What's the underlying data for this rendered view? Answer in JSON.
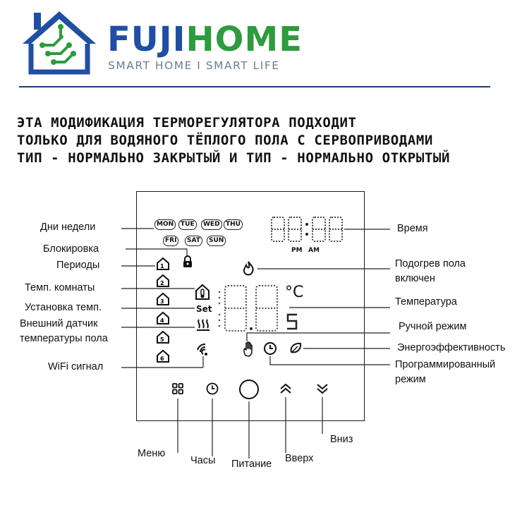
{
  "brand": {
    "name_part1": "FUJI",
    "name_part2": "HOME",
    "tagline": "SMART HOME  I  SMART LIFE",
    "colors": {
      "blue": "#1f4fa3",
      "green": "#2e9b3e",
      "gray": "#6f7d92"
    }
  },
  "headline": [
    "ЭТА МОДИФИКАЦИЯ ТЕРМОРЕГУЛЯТОРА ПОДХОДИТ",
    "ТОЛЬКО ДЛЯ ВОДЯНОГО ТЁПЛОГО ПОЛА С СЕРВОПРИВОДАМИ",
    "ТИП - НОРМАЛЬНО ЗАКРЫТЫЙ И ТИП - НОРМАЛЬНО ОТКРЫТЫЙ"
  ],
  "display": {
    "days": [
      "MON",
      "TUE",
      "WED",
      "THU",
      "FRI",
      "SAT",
      "SUN"
    ],
    "pm": "PM",
    "am": "AM",
    "set": "Set",
    "unit_c": "°C"
  },
  "labels": {
    "weekdays": "Дни недели",
    "lock": "Блокировка",
    "periods": "Периоды",
    "room_temp": "Темп. комнаты",
    "set_temp": "Установка темп.",
    "floor_sensor_1": "Внешний датчик",
    "floor_sensor_2": "температуры пола",
    "wifi": "WiFi сигнал",
    "time": "Время",
    "heating_1": "Подогрев пола",
    "heating_2": "включен",
    "temperature": "Температура",
    "manual": "Ручной режим",
    "eco": "Энергоэффективность",
    "program_1": "Программированный",
    "program_2": "режим",
    "menu": "Меню",
    "clock": "Часы",
    "power": "Питание",
    "up": "Вверх",
    "down": "Вниз"
  },
  "icons": {
    "logo": "house-circuit-logo",
    "lock": "lock-icon",
    "period": "house-period-icon",
    "room": "thermometer-house-icon",
    "floor": "heat-waves-icon",
    "wifi": "wifi-icon",
    "flame": "flame-icon",
    "manual": "hand-icon",
    "program": "clock-icon",
    "eco": "leaf-icon",
    "menu": "grid-icon",
    "power": "power-ring-icon",
    "up": "double-chevron-up-icon",
    "down": "double-chevron-down-icon"
  }
}
